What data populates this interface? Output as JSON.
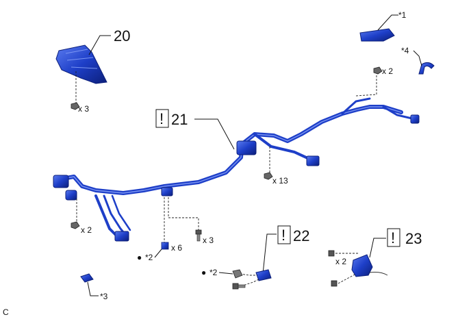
{
  "diagram": {
    "callouts": {
      "item20": "20",
      "item21": "21",
      "item22": "22",
      "item23": "23",
      "caution_mark": "!"
    },
    "notes": {
      "n1": "*1",
      "n2a": "*2",
      "n2b": "*2",
      "n3": "*3",
      "n4": "*4"
    },
    "quantities": {
      "q_item20_clips": "x 3",
      "q_clip_top_right": "x 2",
      "q_harness_clips": "x 13",
      "q_left_clips": "x 2",
      "q_bolts_mid": "x 3",
      "q_clips_mid": "x 6",
      "q_item23_bolts": "x 2"
    },
    "bullet": "●",
    "corner_code": "C",
    "colors": {
      "part_fill": "#1e3fc8",
      "part_dark": "#0c1f7a",
      "part_light": "#6f8cf0",
      "line": "#111111"
    }
  }
}
